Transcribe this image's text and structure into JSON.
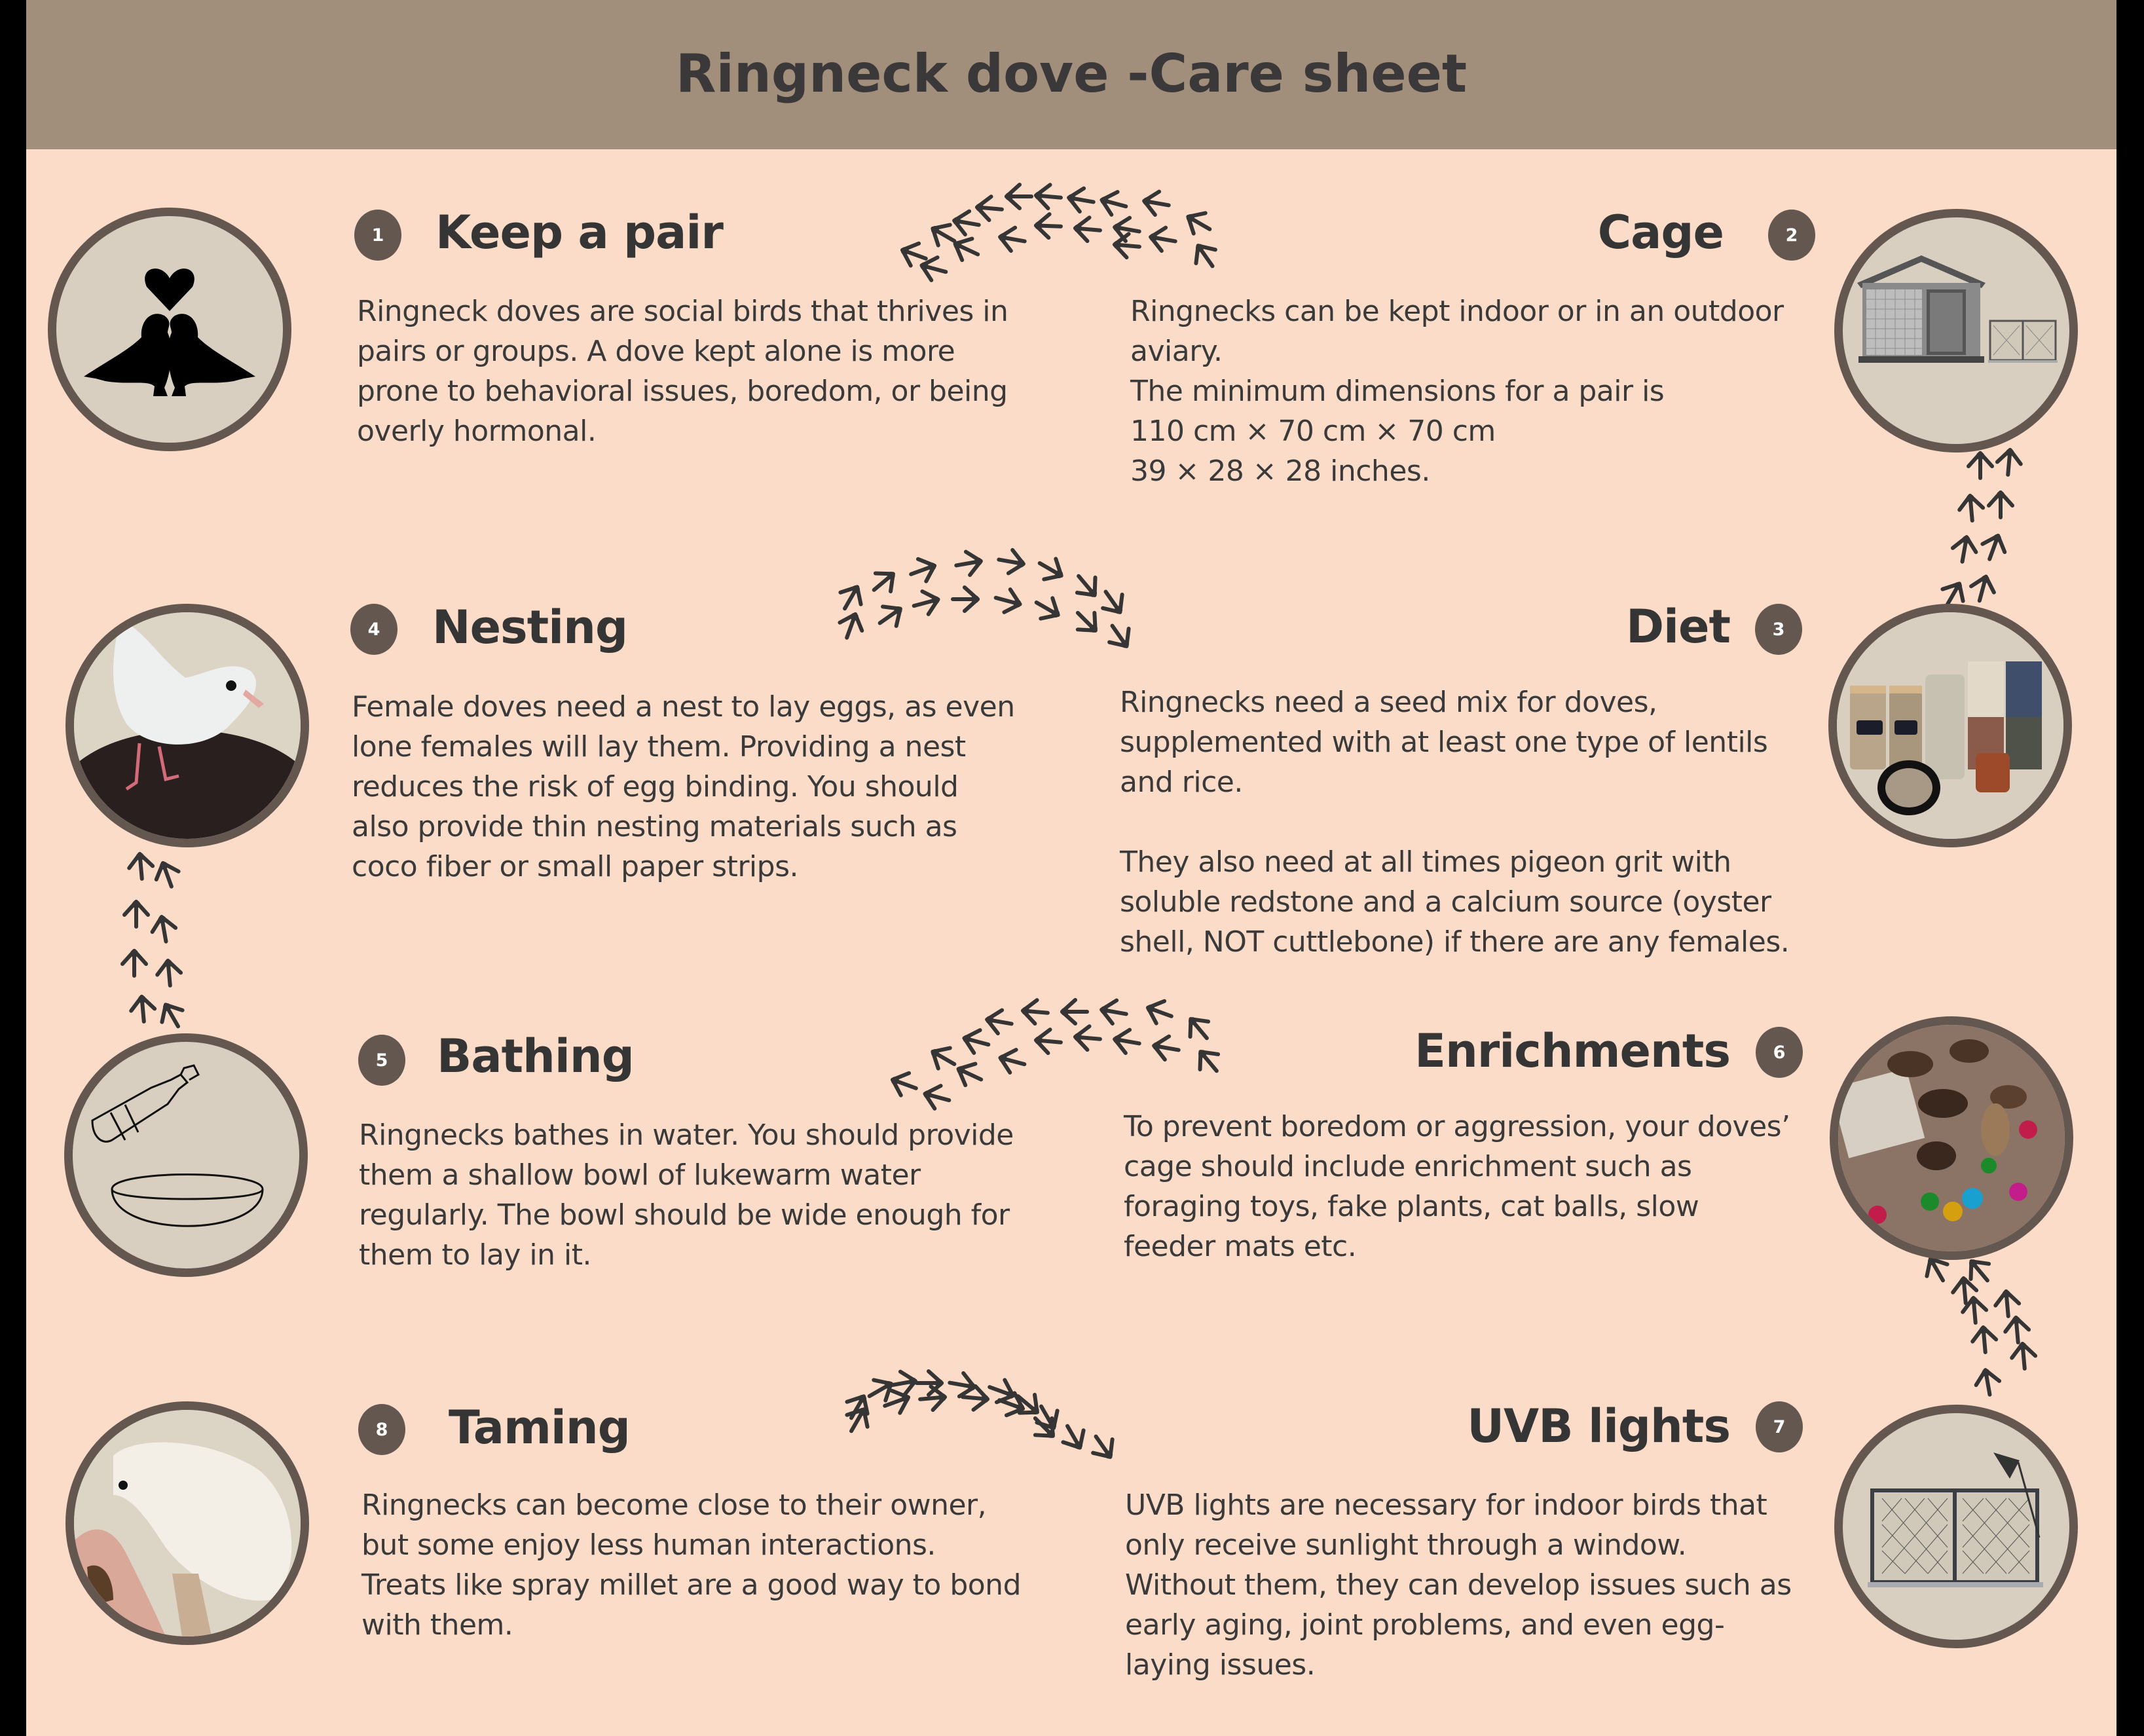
{
  "title": "Ringneck dove -Care sheet",
  "colors": {
    "header_bg": "#a18e7b",
    "page_bg": "#fbdcc8",
    "circle_border": "#645750",
    "circle_fill": "#d8cfc0",
    "badge_bg": "#645750",
    "text": "#3a3a3a",
    "footprint": "#363535"
  },
  "sections": [
    {
      "number": "1",
      "heading": "Keep a pair",
      "icon": "doves-heart-icon",
      "lines": [
        "Ringneck doves are social birds that thrives in",
        "pairs or groups. A dove kept alone is more",
        "prone to behavioral issues, boredom, or being",
        "overly hormonal."
      ]
    },
    {
      "number": "2",
      "heading": "Cage",
      "icon": "aviary-cage-icon",
      "lines": [
        "Ringnecks can be kept indoor or in an outdoor",
        "aviary.",
        "The minimum dimensions for a pair is",
        "110 cm × 70 cm × 70 cm",
        "39 × 28 × 28 inches."
      ]
    },
    {
      "number": "3",
      "heading": "Diet",
      "icon": "seed-jars-photo",
      "lines": [
        "Ringnecks need a seed mix for doves,",
        "supplemented with at least one type of lentils",
        "and rice.",
        "",
        "They also need at all times pigeon grit with",
        "soluble redstone and a calcium source (oyster",
        "shell, NOT cuttlebone) if there are any females."
      ]
    },
    {
      "number": "4",
      "heading": "Nesting",
      "icon": "dove-on-nest-photo",
      "lines": [
        "Female doves need a nest to lay eggs, as even",
        "lone females will lay them. Providing a nest",
        "reduces the risk of egg binding. You should",
        "also provide thin nesting materials such as",
        "coco fiber or small paper strips."
      ]
    },
    {
      "number": "5",
      "heading": "Bathing",
      "icon": "bottle-bowl-icon",
      "lines": [
        "Ringnecks bathes in water. You should provide",
        "them a shallow bowl of lukewarm water",
        "regularly. The bowl should be wide enough for",
        "them to lay in it."
      ]
    },
    {
      "number": "6",
      "heading": "Enrichments",
      "icon": "pinecones-toys-photo",
      "lines": [
        "To prevent boredom or aggression, your doves’",
        "cage should include enrichment such as",
        "foraging toys, fake plants, cat balls, slow",
        "feeder mats etc."
      ]
    },
    {
      "number": "7",
      "heading": "UVB lights",
      "icon": "window-lamp-icon",
      "lines": [
        "UVB lights are necessary for indoor birds that",
        "only receive sunlight through a window.",
        "Without them, they can develop issues such as",
        "early aging, joint problems, and even egg-",
        "laying issues."
      ]
    },
    {
      "number": "8",
      "heading": "Taming",
      "icon": "hand-feeding-dove-photo",
      "lines": [
        "Ringnecks can become close to their owner,",
        "but some enjoy less human interactions.",
        "Treats like spray millet are a good way to bond",
        "with them."
      ]
    }
  ],
  "footprint_trails": [
    {
      "name": "trail-1-to-2",
      "prints": [
        [
          1395,
          388,
          -160
        ],
        [
          1440,
          358,
          -150
        ],
        [
          1475,
          340,
          -170
        ],
        [
          1510,
          318,
          -175
        ],
        [
          1555,
          300,
          -180
        ],
        [
          1600,
          300,
          -175
        ],
        [
          1650,
          305,
          -170
        ],
        [
          1700,
          310,
          -165
        ],
        [
          1765,
          310,
          -170
        ],
        [
          1830,
          340,
          -150
        ],
        [
          1840,
          390,
          -125
        ],
        [
          1425,
          410,
          -165
        ],
        [
          1475,
          380,
          -155
        ],
        [
          1545,
          365,
          -170
        ],
        [
          1600,
          345,
          -178
        ],
        [
          1660,
          350,
          -175
        ],
        [
          1720,
          350,
          -170
        ],
        [
          1775,
          365,
          -170
        ],
        [
          1720,
          375,
          -175
        ]
      ]
    },
    {
      "name": "trail-2-to-3",
      "prints": [
        [
          2983,
          907,
          -60
        ],
        [
          3028,
          898,
          -75
        ],
        [
          3000,
          838,
          -80
        ],
        [
          3045,
          835,
          -70
        ],
        [
          3010,
          775,
          -95
        ],
        [
          3055,
          770,
          -90
        ],
        [
          3024,
          710,
          -90
        ],
        [
          3068,
          705,
          -85
        ]
      ]
    },
    {
      "name": "trail-3-to-4",
      "prints": [
        [
          1300,
          912,
          -60
        ],
        [
          1350,
          888,
          -40
        ],
        [
          1410,
          870,
          -20
        ],
        [
          1480,
          860,
          -10
        ],
        [
          1545,
          858,
          10
        ],
        [
          1605,
          870,
          30
        ],
        [
          1660,
          895,
          50
        ],
        [
          1700,
          920,
          55
        ],
        [
          1300,
          955,
          -70
        ],
        [
          1360,
          940,
          -35
        ],
        [
          1415,
          920,
          -15
        ],
        [
          1475,
          915,
          0
        ],
        [
          1540,
          918,
          15
        ],
        [
          1600,
          930,
          30
        ],
        [
          1660,
          950,
          45
        ],
        [
          1710,
          972,
          55
        ]
      ]
    },
    {
      "name": "trail-4-to-5",
      "prints": [
        [
          215,
          1322,
          -95
        ],
        [
          255,
          1335,
          -110
        ],
        [
          208,
          1395,
          -90
        ],
        [
          250,
          1418,
          -100
        ],
        [
          205,
          1470,
          -90
        ],
        [
          258,
          1485,
          -95
        ],
        [
          218,
          1540,
          -95
        ],
        [
          262,
          1550,
          -120
        ]
      ]
    },
    {
      "name": "trail-5-to-6",
      "prints": [
        [
          1380,
          1655,
          -160
        ],
        [
          1440,
          1615,
          -150
        ],
        [
          1490,
          1590,
          -165
        ],
        [
          1525,
          1560,
          -170
        ],
        [
          1580,
          1545,
          -175
        ],
        [
          1640,
          1545,
          -180
        ],
        [
          1700,
          1545,
          -170
        ],
        [
          1770,
          1545,
          -160
        ],
        [
          1830,
          1570,
          -130
        ],
        [
          1430,
          1675,
          -165
        ],
        [
          1480,
          1640,
          -155
        ],
        [
          1545,
          1620,
          -165
        ],
        [
          1600,
          1590,
          -175
        ],
        [
          1660,
          1585,
          -175
        ],
        [
          1720,
          1590,
          -170
        ],
        [
          1780,
          1600,
          -170
        ],
        [
          1845,
          1620,
          -130
        ]
      ]
    },
    {
      "name": "trail-6-to-7",
      "prints": [
        [
          2957,
          1938,
          -120
        ],
        [
          3022,
          1940,
          -130
        ],
        [
          3000,
          1970,
          -95
        ],
        [
          3065,
          1990,
          -95
        ],
        [
          3015,
          2000,
          -95
        ],
        [
          3080,
          2030,
          -95
        ],
        [
          3030,
          2045,
          -95
        ],
        [
          3090,
          2070,
          -95
        ],
        [
          3035,
          2110,
          -100
        ]
      ]
    },
    {
      "name": "trail-7-to-8",
      "prints": [
        [
          1310,
          2148,
          -60
        ],
        [
          1345,
          2122,
          -30
        ],
        [
          1380,
          2112,
          -10
        ],
        [
          1420,
          2112,
          0
        ],
        [
          1470,
          2115,
          10
        ],
        [
          1530,
          2125,
          20
        ],
        [
          1570,
          2145,
          40
        ],
        [
          1600,
          2165,
          60
        ],
        [
          1310,
          2168,
          -60
        ],
        [
          1370,
          2140,
          -20
        ],
        [
          1425,
          2135,
          -5
        ],
        [
          1490,
          2135,
          5
        ],
        [
          1545,
          2145,
          20
        ],
        [
          1595,
          2180,
          45
        ],
        [
          1640,
          2195,
          60
        ],
        [
          1685,
          2210,
          55
        ]
      ]
    }
  ]
}
